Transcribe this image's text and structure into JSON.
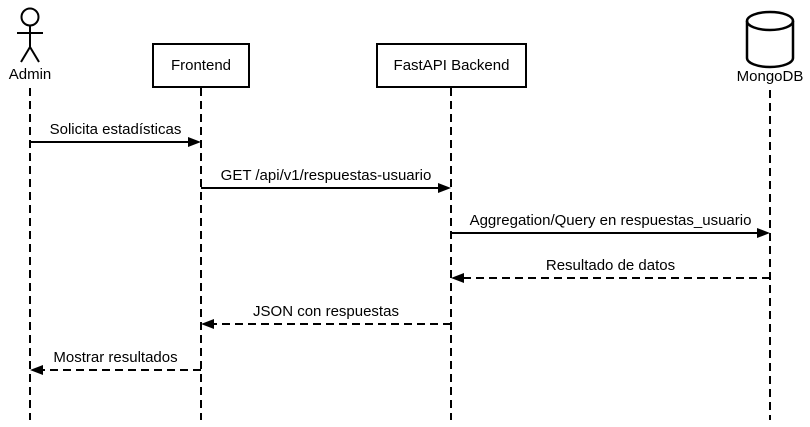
{
  "diagram": {
    "kind": "uml-sequence-diagram",
    "background_color": "#ffffff",
    "line_color": "#000000",
    "text_color": "#000000"
  },
  "participants": [
    {
      "label": "Admin",
      "shape": "actor"
    },
    {
      "label": "Frontend",
      "shape": "box"
    },
    {
      "label": "FastAPI Backend",
      "shape": "box"
    },
    {
      "label": "MongoDB",
      "shape": "database-cylinder"
    }
  ],
  "messages": [
    {
      "from": "Admin",
      "to": "Frontend",
      "label": "Solicita estadísticas",
      "line": "solid",
      "direction": "right"
    },
    {
      "from": "Frontend",
      "to": "FastAPI Backend",
      "label": "GET /api/v1/respuestas-usuario",
      "line": "solid",
      "direction": "right"
    },
    {
      "from": "FastAPI Backend",
      "to": "MongoDB",
      "label": "Aggregation/Query en respuestas_usuario",
      "line": "solid",
      "direction": "right"
    },
    {
      "from": "MongoDB",
      "to": "FastAPI Backend",
      "label": "Resultado de datos",
      "line": "dashed",
      "direction": "left"
    },
    {
      "from": "FastAPI Backend",
      "to": "Frontend",
      "label": "JSON con respuestas",
      "line": "dashed",
      "direction": "left"
    },
    {
      "from": "Frontend",
      "to": "Admin",
      "label": "Mostrar resultados",
      "line": "dashed",
      "direction": "left"
    }
  ]
}
